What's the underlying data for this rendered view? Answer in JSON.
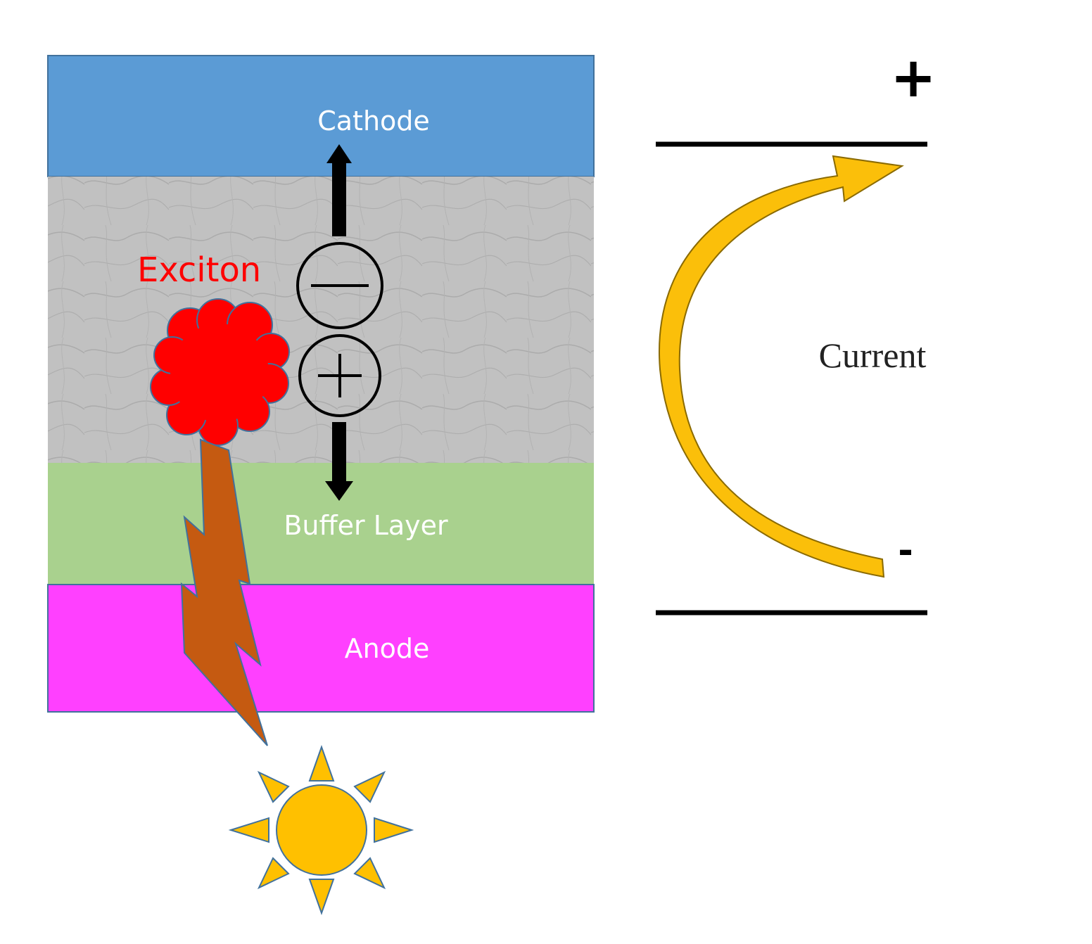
{
  "layers": {
    "cathode": {
      "label": "Cathode",
      "color": "#5b9bd5"
    },
    "active": {
      "color": "#bdbdbd"
    },
    "buffer": {
      "label": "Buffer Layer",
      "color": "#a9d18e"
    },
    "anode": {
      "label": "Anode",
      "color": "#ff40ff"
    }
  },
  "exciton": {
    "label": "Exciton",
    "color": "#ff0000"
  },
  "charges": {
    "electron_symbol": "—",
    "hole_symbol": "+"
  },
  "circuit": {
    "positive_symbol": "+",
    "negative_symbol": "-",
    "current_label": "Current",
    "arrow_color": "#fbbf0a"
  },
  "light": {
    "bolt_color": "#c55a11",
    "sun_color": "#ffc000"
  }
}
